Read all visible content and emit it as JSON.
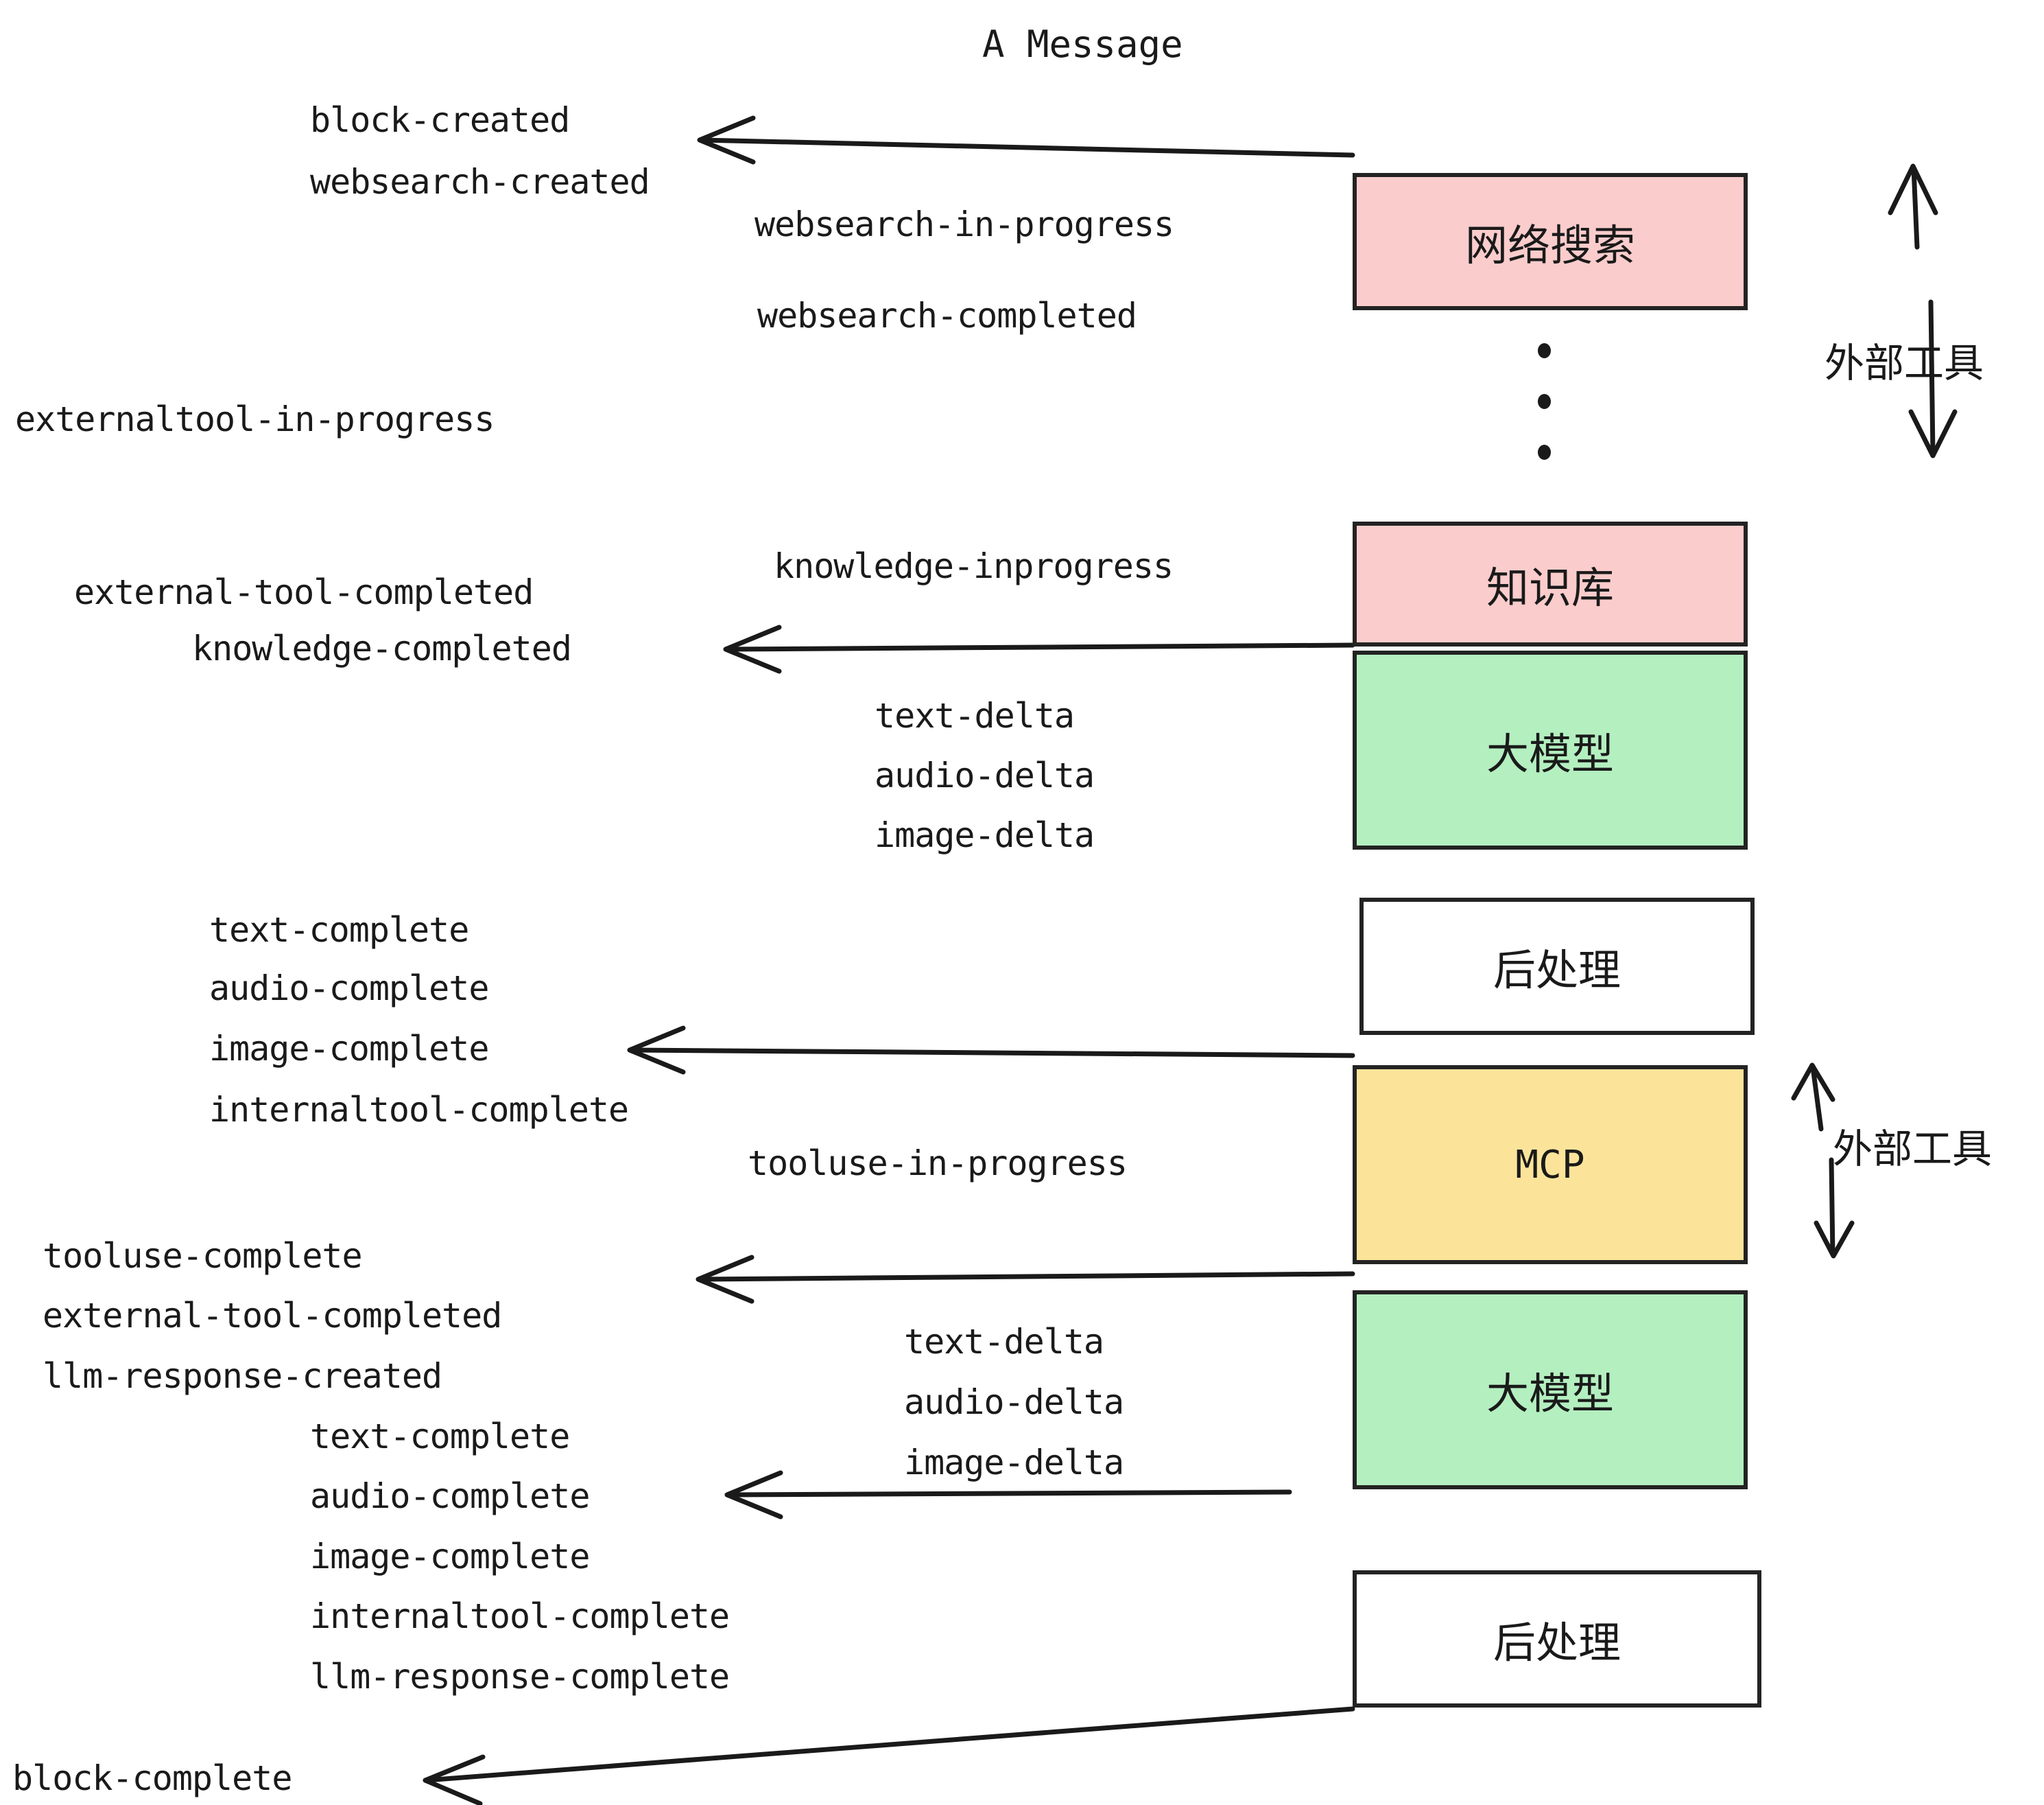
{
  "diagram": {
    "title": "A Message",
    "colors": {
      "pink": "#FBCCCC",
      "green": "#B4EFC0",
      "yellow": "#FBE49A",
      "white": "#FFFFFF",
      "stroke": "#232323",
      "text": "#1A1A1A"
    },
    "nodes": [
      {
        "id": "websearch",
        "label": "网络搜索",
        "fill": "pink",
        "mono": false
      },
      {
        "id": "knowledge",
        "label": "知识库",
        "fill": "pink",
        "mono": false
      },
      {
        "id": "llm-1",
        "label": "大模型",
        "fill": "green",
        "mono": false
      },
      {
        "id": "post-1",
        "label": "后处理",
        "fill": "white",
        "mono": false
      },
      {
        "id": "mcp",
        "label": "MCP",
        "fill": "yellow",
        "mono": true
      },
      {
        "id": "llm-2",
        "label": "大模型",
        "fill": "green",
        "mono": false
      },
      {
        "id": "post-2",
        "label": "后处理",
        "fill": "white",
        "mono": false
      }
    ],
    "ellipsis_marker": "vertical-three-dots",
    "side_annotations": [
      {
        "id": "external-tools-top",
        "label": "外部工具",
        "arrow": "double-vertical"
      },
      {
        "id": "external-tools-bottom",
        "label": "外部工具",
        "arrow": "double-vertical"
      }
    ],
    "event_labels": [
      {
        "id": "block-created",
        "text": "block-created"
      },
      {
        "id": "websearch-created",
        "text": "websearch-created"
      },
      {
        "id": "websearch-in-progress",
        "text": "websearch-in-progress"
      },
      {
        "id": "websearch-completed",
        "text": "websearch-completed"
      },
      {
        "id": "externaltool-in-progress",
        "text": "externaltool-in-progress"
      },
      {
        "id": "knowledge-inprogress",
        "text": "knowledge-inprogress"
      },
      {
        "id": "external-tool-completed-1",
        "text": "external-tool-completed"
      },
      {
        "id": "knowledge-completed",
        "text": "knowledge-completed"
      },
      {
        "id": "text-delta-1",
        "text": "text-delta"
      },
      {
        "id": "audio-delta-1",
        "text": "audio-delta"
      },
      {
        "id": "image-delta-1",
        "text": "image-delta"
      },
      {
        "id": "text-complete-1",
        "text": "text-complete"
      },
      {
        "id": "audio-complete-1",
        "text": "audio-complete"
      },
      {
        "id": "image-complete-1",
        "text": "image-complete"
      },
      {
        "id": "internaltool-complete-1",
        "text": "internaltool-complete"
      },
      {
        "id": "tooluse-in-progress",
        "text": "tooluse-in-progress"
      },
      {
        "id": "tooluse-complete",
        "text": "tooluse-complete"
      },
      {
        "id": "external-tool-completed-2",
        "text": "external-tool-completed"
      },
      {
        "id": "llm-response-created",
        "text": "llm-response-created"
      },
      {
        "id": "text-delta-2",
        "text": "text-delta"
      },
      {
        "id": "audio-delta-2",
        "text": "audio-delta"
      },
      {
        "id": "image-delta-2",
        "text": "image-delta"
      },
      {
        "id": "text-complete-2",
        "text": "text-complete"
      },
      {
        "id": "audio-complete-2",
        "text": "audio-complete"
      },
      {
        "id": "image-complete-2",
        "text": "image-complete"
      },
      {
        "id": "internaltool-complete-2",
        "text": "internaltool-complete"
      },
      {
        "id": "llm-response-complete",
        "text": "llm-response-complete"
      },
      {
        "id": "block-complete",
        "text": "block-complete"
      }
    ]
  }
}
